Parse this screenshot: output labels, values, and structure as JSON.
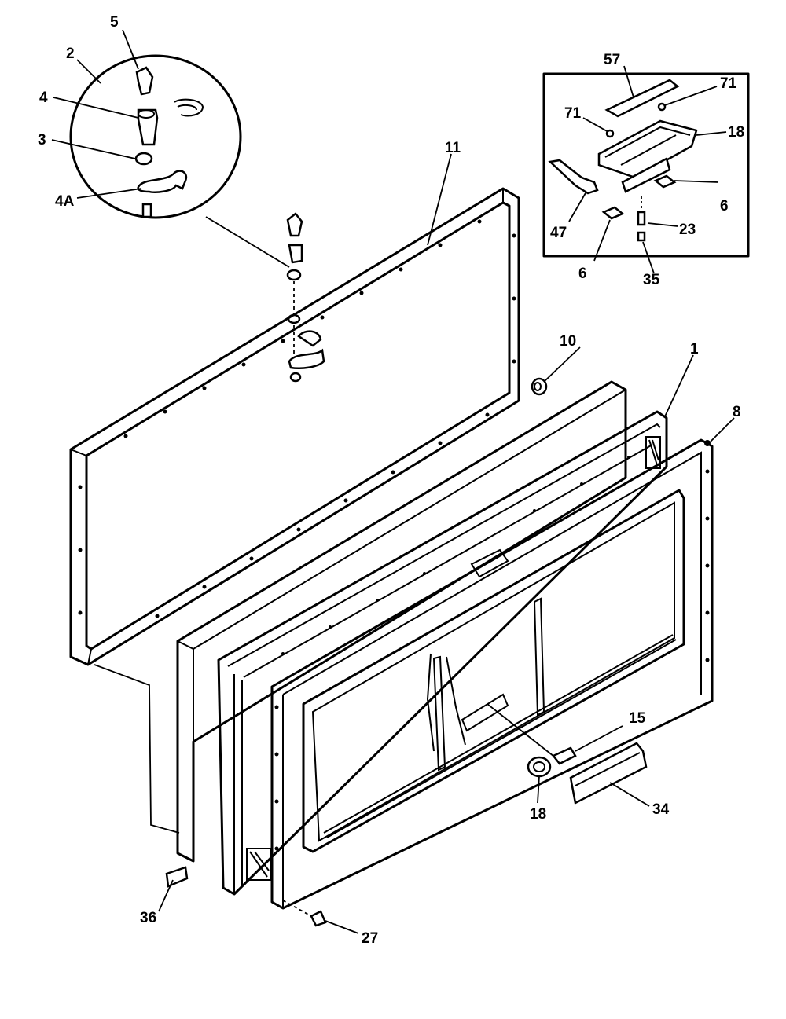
{
  "callouts": {
    "c1": "1",
    "c2": "2",
    "c3": "3",
    "c4": "4",
    "c4a": "4A",
    "c5": "5",
    "c6a": "6",
    "c6b": "6",
    "c8": "8",
    "c10": "10",
    "c11": "11",
    "c15": "15",
    "c18a": "18",
    "c18b": "18",
    "c23": "23",
    "c27": "27",
    "c34": "34",
    "c35": "35",
    "c36": "36",
    "c47": "47",
    "c57": "57",
    "c71a": "71",
    "c71b": "71"
  }
}
